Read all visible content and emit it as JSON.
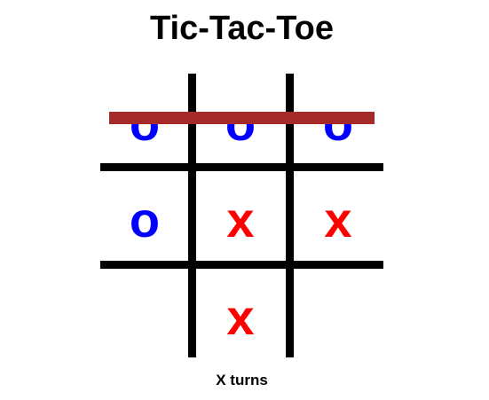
{
  "game": {
    "title": "Tic-Tac-Toe",
    "status": "X turns",
    "board": [
      [
        "o",
        "o",
        "o"
      ],
      [
        "o",
        "x",
        "x"
      ],
      [
        "",
        "x",
        ""
      ]
    ],
    "winning_line": "row-0"
  },
  "colors": {
    "x": "#ff0000",
    "o": "#0000ff",
    "win_line": "#a52a2a",
    "grid": "#000000"
  }
}
